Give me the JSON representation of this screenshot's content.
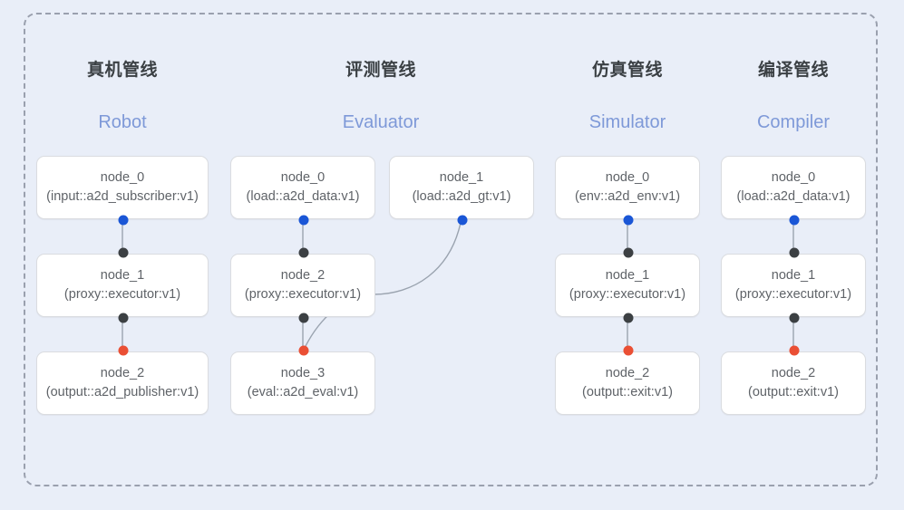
{
  "frame": {
    "border_style": "dashed",
    "border_color": "#9aa0ae",
    "background_color": "#e9eef8"
  },
  "palette": {
    "title_color": "#3b4044",
    "subtitle_color": "#7e99d8",
    "node_text_color": "#5f6368",
    "node_background": "#ffffff",
    "node_border": "#dadce0",
    "port_output_color": "#1a56d6",
    "port_input_color": "#3c4043",
    "port_input_terminal_color": "#ea4f34",
    "edge_color": "#9aa3af"
  },
  "columns": [
    {
      "id": "robot",
      "title": "真机管线",
      "subtitle": "Robot",
      "nodes": [
        {
          "id": "robot-node-0",
          "name": "node_0",
          "spec": "(input::a2d_subscriber:v1)"
        },
        {
          "id": "robot-node-1",
          "name": "node_1",
          "spec": "(proxy::executor:v1)"
        },
        {
          "id": "robot-node-2",
          "name": "node_2",
          "spec": "(output::a2d_publisher:v1)"
        }
      ]
    },
    {
      "id": "evaluator",
      "title": "评测管线",
      "subtitle": "Evaluator",
      "nodes": [
        {
          "id": "eval-node-0",
          "name": "node_0",
          "spec": "(load::a2d_data:v1)"
        },
        {
          "id": "eval-node-1",
          "name": "node_1",
          "spec": "(load::a2d_gt:v1)"
        },
        {
          "id": "eval-node-2",
          "name": "node_2",
          "spec": "(proxy::executor:v1)"
        },
        {
          "id": "eval-node-3",
          "name": "node_3",
          "spec": "(eval::a2d_eval:v1)"
        }
      ]
    },
    {
      "id": "simulator",
      "title": "仿真管线",
      "subtitle": "Simulator",
      "nodes": [
        {
          "id": "sim-node-0",
          "name": "node_0",
          "spec": "(env::a2d_env:v1)"
        },
        {
          "id": "sim-node-1",
          "name": "node_1",
          "spec": "(proxy::executor:v1)"
        },
        {
          "id": "sim-node-2",
          "name": "node_2",
          "spec": "(output::exit:v1)"
        }
      ]
    },
    {
      "id": "compiler",
      "title": "编译管线",
      "subtitle": "Compiler",
      "nodes": [
        {
          "id": "comp-node-0",
          "name": "node_0",
          "spec": "(load::a2d_data:v1)"
        },
        {
          "id": "comp-node-1",
          "name": "node_1",
          "spec": "(proxy::executor:v1)"
        },
        {
          "id": "comp-node-2",
          "name": "node_2",
          "spec": "(output::exit:v1)"
        }
      ]
    }
  ]
}
